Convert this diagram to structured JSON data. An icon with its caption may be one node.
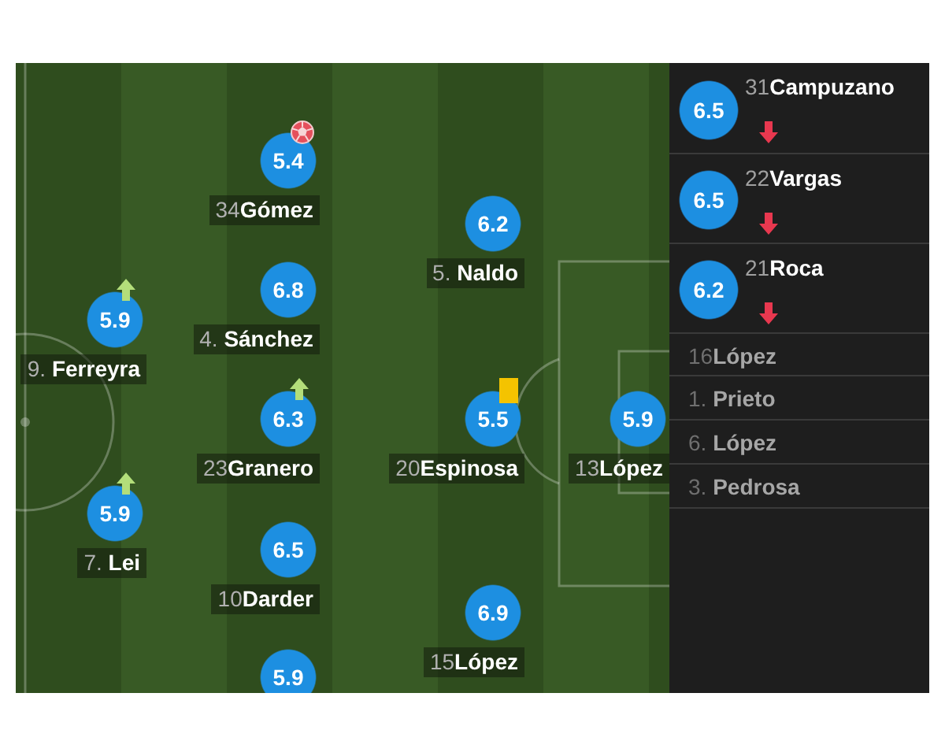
{
  "diagram": {
    "nodes": [
      {
        "text": [
          "5.4",
          "34**Gómez**"
        ]
      },
      {
        "text": [
          "6.2",
          "5. **Naldo**"
        ]
      },
      {
        "text": [
          "5.9",
          "9. **Ferreyra**"
        ]
      },
      {
        "text": [
          "6.8",
          "4. **Sánchez**"
        ]
      },
      {
        "text": [
          "6.3",
          "23**Granero**"
        ]
      },
      {
        "text": [
          "5.5",
          "20**Espinosa**"
        ]
      },
      {
        "text": [
          "5.9",
          "13**López**"
        ]
      },
      {
        "text": [
          "5.9",
          "7. **Lei**"
        ]
      },
      {
        "text": [
          "6.5",
          "10**Darder**"
        ]
      },
      {
        "text": [
          "6.9",
          "15**López**"
        ]
      },
      {
        "text": [
          "5.9"
        ]
      },
      {
        "text": [
          "31**Campuzano**"
        ]
      },
      {
        "text": [
          "6.5"
        ],
        "in": 11
      },
      {
        "text": [
          "22**Vargas**"
        ]
      },
      {
        "text": [
          "6.5"
        ],
        "in": 13
      },
      {
        "text": [
          "21**Roca**"
        ]
      },
      {
        "text": [
          "6.2"
        ],
        "in": 15
      },
      {
        "text": [
          "16**López**"
        ]
      },
      {
        "text": [
          "1. **Prieto**"
        ]
      },
      {
        "text": [
          "6. **López**"
        ]
      },
      {
        "text": [
          "3. **Pedrosa**"
        ]
      }
    ]
  }
}
